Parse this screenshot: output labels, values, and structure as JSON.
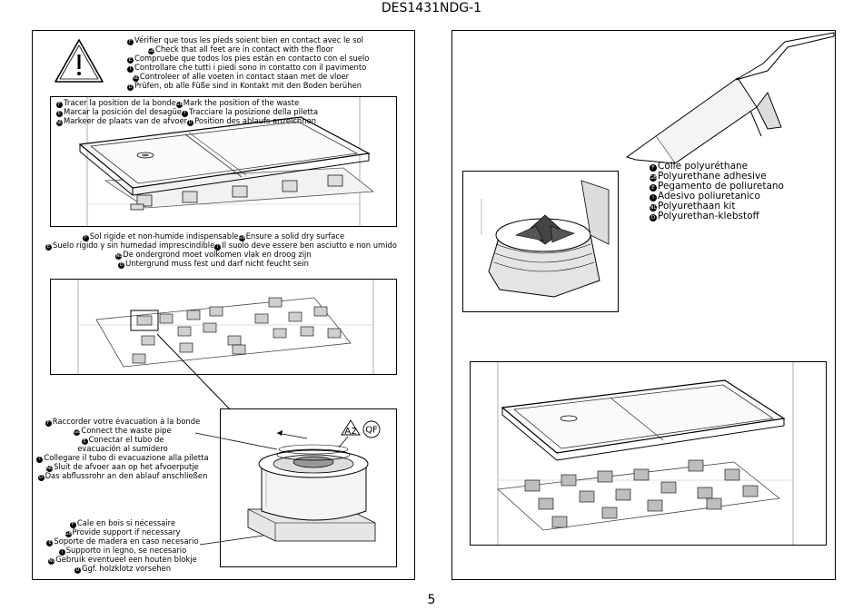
{
  "document": {
    "code": "DES1431NDG-1",
    "page_number": "5"
  },
  "left_panel": {
    "warning_icon": "warning-triangle-icon",
    "feet_contact": [
      {
        "n": "F",
        "text": "Vérifier que tous les pieds soient bien en contact avec le sol"
      },
      {
        "n": "GB",
        "text": "Check that all feet are in contact with the floor"
      },
      {
        "n": "E",
        "text": "Compruebe que todos los pies están en contacto con el suelo"
      },
      {
        "n": "I",
        "text": "Controllare che tutti i piedi sono in contatto con il pavimento"
      },
      {
        "n": "NL",
        "text": "Controleer of alle voeten in contact staan met de vloer"
      },
      {
        "n": "D",
        "text": "Prüfen, ob alle Füße sind in Kontakt mit den Boden berühen"
      }
    ],
    "waste_position": [
      {
        "n": "F",
        "text": "Tracer la position de la bonde"
      },
      {
        "n": "GB",
        "text": "Mark the position of the waste"
      },
      {
        "n": "E",
        "text": "Marcar la posición del desagüe"
      },
      {
        "n": "I",
        "text": "Tracciare la posizione della piletta"
      },
      {
        "n": "NL",
        "text": "Markeer de plaats van de afvoer"
      },
      {
        "n": "D",
        "text": "Position des ablaufs anzeichnen"
      }
    ],
    "surface": [
      {
        "n": "F",
        "text": "Sol rigide et non-humide indispensable"
      },
      {
        "n": "GB",
        "text": "Ensure a solid dry surface"
      },
      {
        "n": "E",
        "text": "Suelo rígido y sin humedad imprescindible"
      },
      {
        "n": "I",
        "text": "Il suolo deve essere ben asciutto e non umido"
      },
      {
        "n": "NL",
        "text": "De ondergrond moet volkomen vlak en droog zijn"
      },
      {
        "n": "D",
        "text": "Untergrund muss fest und darf nicht feucht sein"
      }
    ],
    "connect_pipe": [
      {
        "n": "F",
        "text": "Raccorder votre évacuation à la bonde"
      },
      {
        "n": "GB",
        "text": "Connect the waste pipe"
      },
      {
        "n": "E",
        "text": "Conectar el tubo de"
      },
      {
        "n": "",
        "text": "evacuación al sumidero"
      },
      {
        "n": "I",
        "text": "Collegare il tubo di evacuazione alla piletta"
      },
      {
        "n": "NL",
        "text": "Sluit de afvoer aan op het afvoerputje"
      },
      {
        "n": "D",
        "text": "Das abflussrohr an den ablauf anschließen"
      }
    ],
    "wood_support": [
      {
        "n": "F",
        "text": "Cale en bois si nécessaire"
      },
      {
        "n": "GB",
        "text": "Provide support if necessary"
      },
      {
        "n": "E",
        "text": "Soporte de madera en caso necesario"
      },
      {
        "n": "I",
        "text": "Supporto in legno, se necesario"
      },
      {
        "n": "NL",
        "text": "Gebruik eventueel een houten blokje"
      },
      {
        "n": "D",
        "text": "Ggf. holzklotz vorsehen"
      }
    ],
    "badges": {
      "a2": "A2",
      "qf": "QF"
    }
  },
  "right_panel": {
    "glue_icon": "glue-gun-icon",
    "glue": [
      {
        "n": "F",
        "text": "Colle polyuréthane"
      },
      {
        "n": "GB",
        "text": "Polyurethane adhesive"
      },
      {
        "n": "E",
        "text": "Pegamento de poliuretano"
      },
      {
        "n": "I",
        "text": "Adesivo poliuretanico"
      },
      {
        "n": "NL",
        "text": "Polyurethaan kit"
      },
      {
        "n": "D",
        "text": "Polyurethan-klebstoff"
      }
    ]
  }
}
